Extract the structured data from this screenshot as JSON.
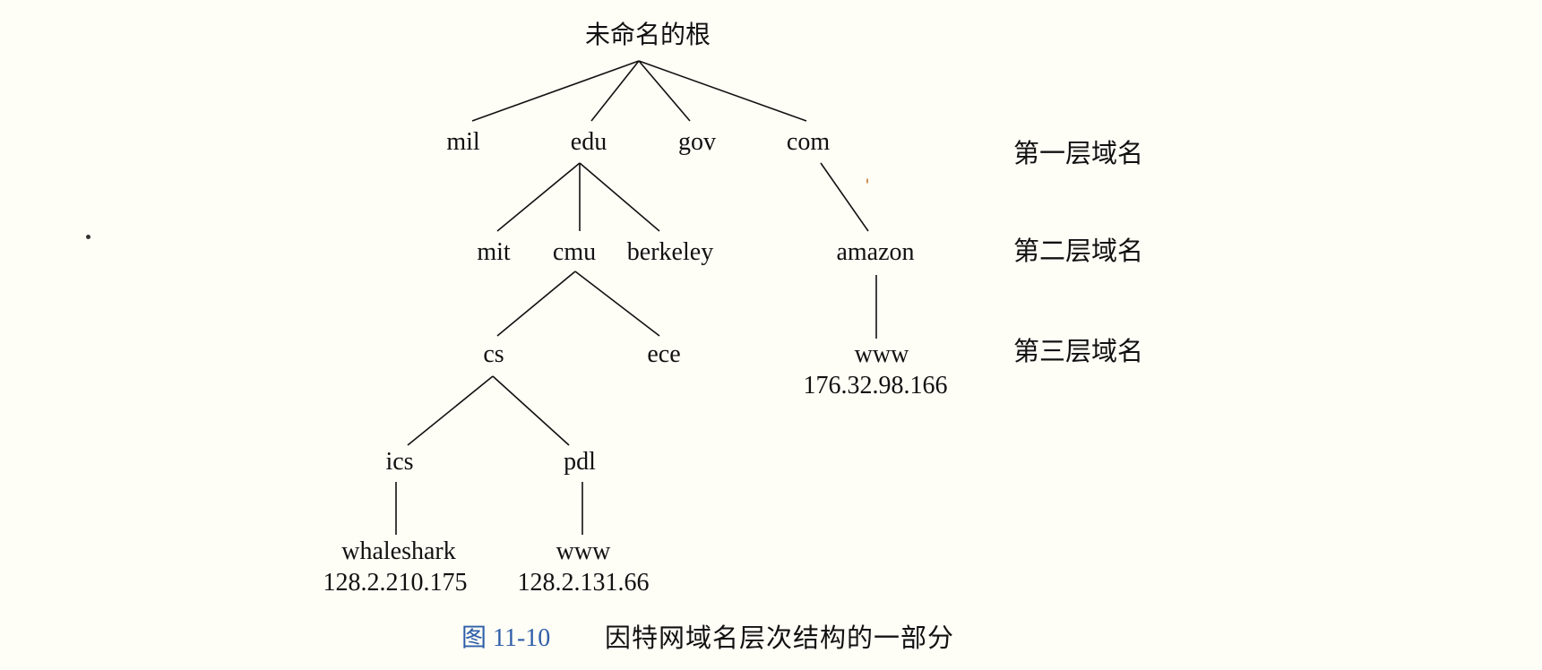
{
  "nodes": {
    "root": "未命名的根",
    "mil": "mil",
    "edu": "edu",
    "gov": "gov",
    "com": "com",
    "mit": "mit",
    "cmu": "cmu",
    "berkeley": "berkeley",
    "amazon": "amazon",
    "cs": "cs",
    "ece": "ece",
    "amazon_www": "www",
    "amazon_ip": "176.32.98.166",
    "ics": "ics",
    "pdl": "pdl",
    "whaleshark": "whaleshark",
    "whaleshark_ip": "128.2.210.175",
    "pdl_www": "www",
    "pdl_ip": "128.2.131.66"
  },
  "levels": {
    "first": "第一层域名",
    "second": "第二层域名",
    "third": "第三层域名"
  },
  "caption": {
    "number": "图 11-10",
    "text": "因特网域名层次结构的一部分"
  },
  "colors": {
    "background": "#fefdf6",
    "caption_number": "#2f5fa8"
  }
}
